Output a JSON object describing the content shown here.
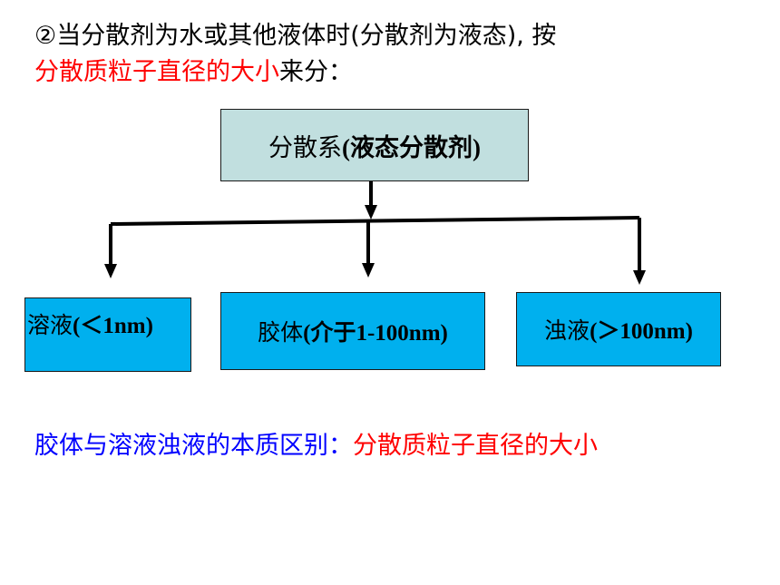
{
  "heading": {
    "line1": "②当分散剂为水或其他液体时(分散剂为液态), 按",
    "line2_highlight": "分散质粒子直径的大小",
    "line2_rest": "来分："
  },
  "diagram": {
    "root": {
      "name": "分散系",
      "detail": "(液态分散剂)"
    },
    "leaves": [
      {
        "name": "溶液",
        "detail": "(＜1nm)"
      },
      {
        "name": "胶体",
        "detail": "(介于1-100nm)"
      },
      {
        "name": "浊液",
        "detail": "(＞100nm)"
      }
    ]
  },
  "conclusion": {
    "label": "胶体与溶液浊液的本质区别：",
    "answer": "分散质粒子直径的大小"
  },
  "colors": {
    "emphasis": "#ff0000",
    "conclusion_label": "#0000ff",
    "root_box_fill": "#c1dfdf",
    "leaf_box_fill": "#00b0ee"
  }
}
